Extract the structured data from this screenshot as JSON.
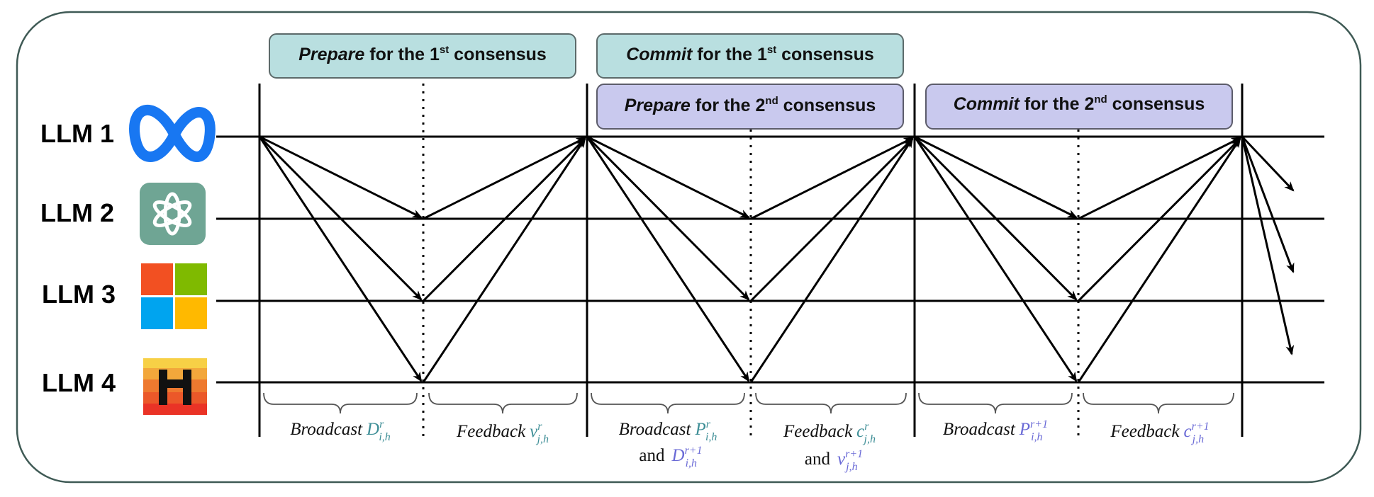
{
  "colors": {
    "frame": "#3f5a55",
    "prepare_commit_1_box": "#b9dfe0",
    "phase_2_box": "#c9c9ee",
    "math_teal": "#3f8f97",
    "math_purple": "#6a6ad6"
  },
  "phases": [
    {
      "em": "Prepare",
      "text": " for the 1",
      "sup": "st",
      "tail": " consensus"
    },
    {
      "em": "Commit",
      "text": " for the 1",
      "sup": "st",
      "tail": " consensus"
    },
    {
      "em": "Prepare",
      "text": " for the 2",
      "sup": "nd",
      "tail": " consensus"
    },
    {
      "em": "Commit",
      "text": " for the 2",
      "sup": "nd",
      "tail": " consensus"
    }
  ],
  "llms": [
    {
      "label": "LLM 1",
      "icon": "meta-logo-icon"
    },
    {
      "label": "LLM 2",
      "icon": "openai-logo-icon"
    },
    {
      "label": "LLM 3",
      "icon": "microsoft-logo-icon"
    },
    {
      "label": "LLM 4",
      "icon": "mistral-logo-icon"
    }
  ],
  "captions": {
    "c1": {
      "word": "Broadcast",
      "sym": "D",
      "sup": "r",
      "sub": "i,h"
    },
    "c2": {
      "word": "Feedback",
      "sym": "v",
      "sup": "r",
      "sub": "j,h"
    },
    "c3": {
      "word": "Broadcast",
      "sym": "P",
      "sup": "r",
      "sub": "i,h",
      "and_word": "and",
      "and_sym": "D",
      "and_sup": "r+1",
      "and_sub": "i,h"
    },
    "c4": {
      "word": "Feedback",
      "sym": "c",
      "sup": "r",
      "sub": "j,h",
      "and_word": "and",
      "and_sym": "v",
      "and_sup": "r+1",
      "and_sub": "j,h"
    },
    "c5": {
      "word": "Broadcast",
      "sym": "P",
      "sup": "r+1",
      "sub": "i,h"
    },
    "c6": {
      "word": "Feedback",
      "sym": "c",
      "sup": "r+1",
      "sub": "j,h"
    }
  }
}
